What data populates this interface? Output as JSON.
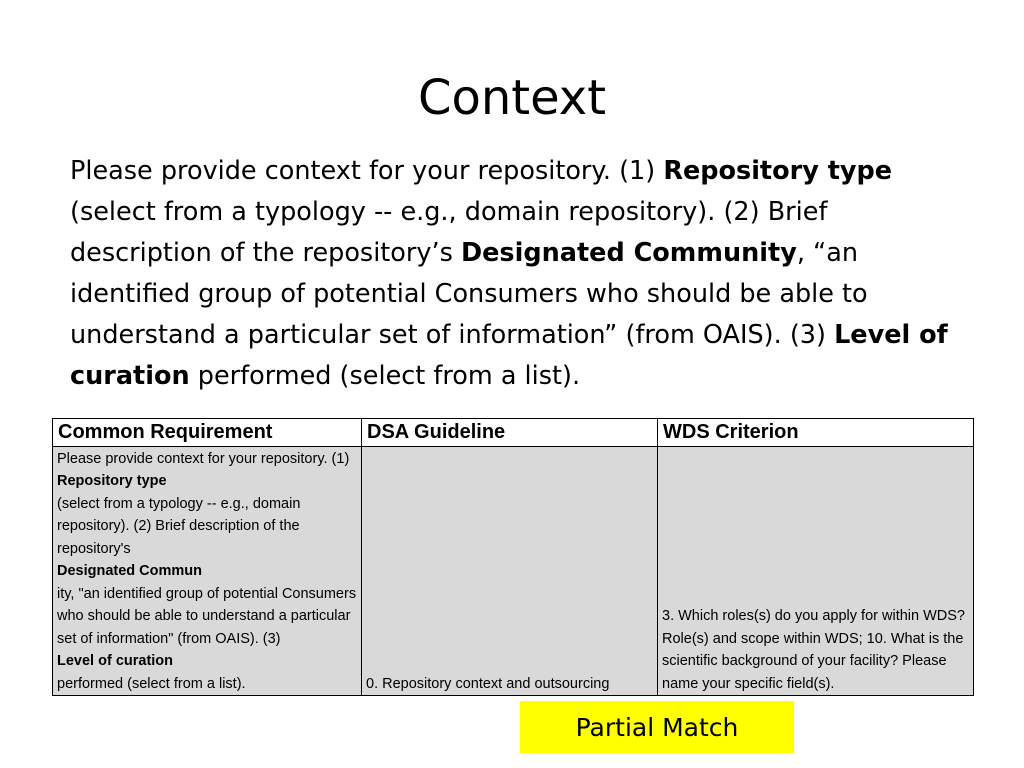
{
  "slide": {
    "title": "Context",
    "body": {
      "part1": "Please provide context for your repository. (1) ",
      "bold1": "Repository type",
      "part2": " (select from a typology -- e.g., domain repository). (2) Brief description of the repository’s ",
      "bold2": "Designated Community",
      "part3": ", “an identified group of potential Consumers who should be able to understand a particular set of information” (from OAIS). (3) ",
      "bold3": "Level of curation",
      "part4": " performed (select from a list)."
    },
    "badge": "Partial Match"
  },
  "table": {
    "headers": [
      "Common Requirement",
      "DSA Guideline",
      "WDS Criterion"
    ],
    "row": {
      "common": {
        "part1": "Please provide context for your repository. (1) ",
        "bold1": "Repository type",
        "part2": " (select from a typology -- e.g., domain repository). (2) Brief description of the repository's ",
        "bold2": "Designated Commun",
        "part3": "ity, \"an identified group of potential Consumers who should be able to understand a particular set of information\" (from OAIS). (3) ",
        "bold3": "Level of curation",
        "part4": " performed (select from a list)."
      },
      "dsa": "0. Repository context and outsourcing",
      "wds": "3. Which roles(s) do you apply for within WDS? Role(s) and scope within WDS; 10. What is the scientific background of your facility? Please name your specific field(s)."
    }
  }
}
